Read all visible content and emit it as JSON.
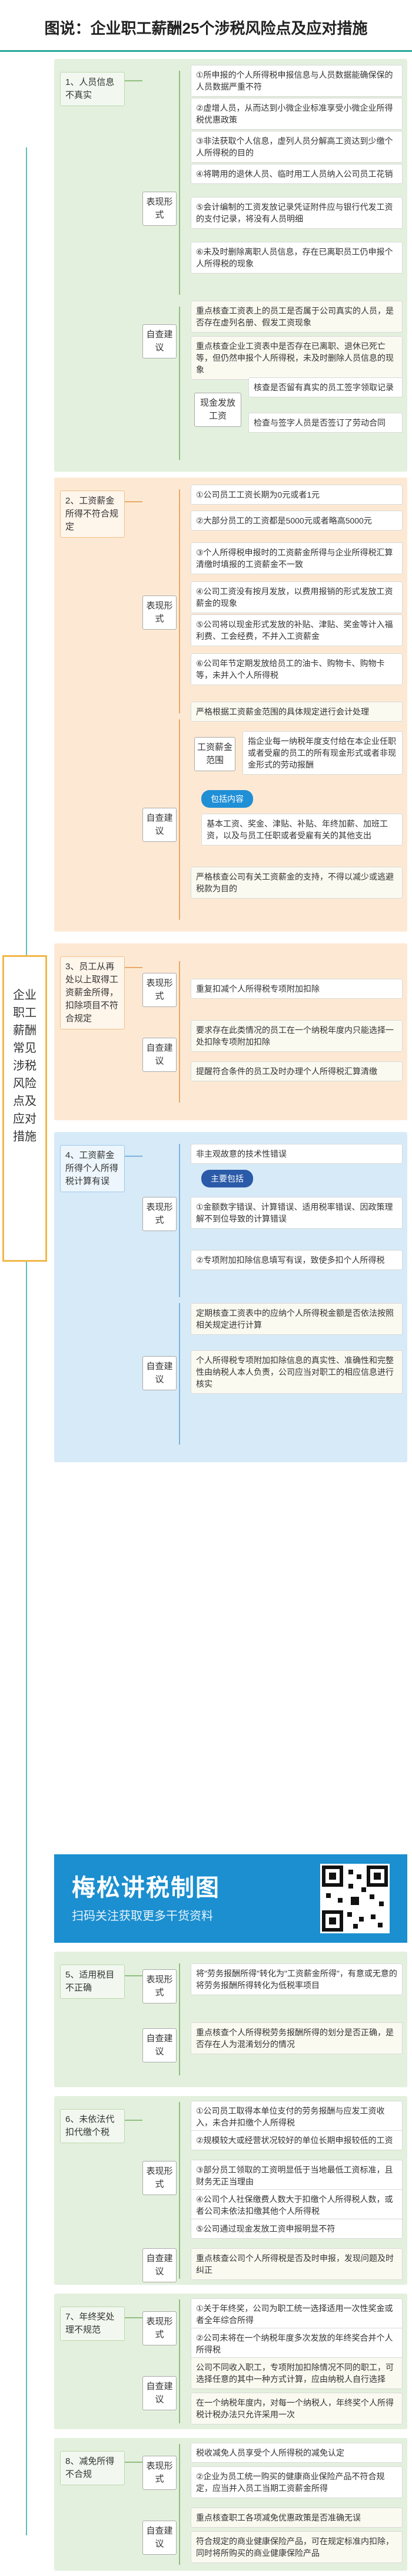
{
  "header": {
    "title": "图说：企业职工薪酬25个涉税风险点及应对措施"
  },
  "root": {
    "label": "企业职工薪酬常见涉税风险点及应对措施"
  },
  "labels": {
    "risk": "表现形式",
    "advice": "自查建议"
  },
  "sections": [
    {
      "id": "s1",
      "title": "1、人员信息不真实",
      "risks": [
        "①所申报的个人所得税申报信息与人员数据能确保保的人员数据严重不符",
        "②虚增人员，从而达到小微企业标准享受小微企业所得税优惠政策",
        "③非法获取个人信息，虚列人员分解高工资达到少缴个人所得税的目的",
        "④将聘用的退休人员、临时用工人员纳入公司员工花销",
        "⑤会计编制的工资发放记录凭证附件应与银行代发工资的支付记录，将没有人员明细",
        "⑥未及时删除离职人员信息，存在已离职员工仍申报个人所得税的现象"
      ],
      "advice": [
        "重点核查工资表上的员工是否属于公司真实的人员，是否存在虚列名册、假发工资现象",
        "重点核查企业工资表中是否存在已离职、退休已死亡等，但仍然申报个人所得税，未及时删除人员信息的现象"
      ],
      "side_label": "现金发放工资",
      "side_items": [
        "核查是否留有真实的员工签字领取记录",
        "检查与签字人员是否签订了劳动合同"
      ]
    },
    {
      "id": "s2",
      "title": "2、工资薪金所得不符合规定",
      "risks": [
        "①公司员工工资长期为0元或者1元",
        "②大部分员工的工资都是5000元或者略高5000元",
        "③个人所得税申报时的工资薪金所得与企业所得税汇算清缴时填报的工资薪金不一致",
        "④公司工资没有按月发放，以费用报销的形式发放工资薪金的现象",
        "⑤公司将以现金形式发放的补贴、津贴、奖金等计入福利费、工会经费，不并入工资薪金",
        "⑥公司年节定期发放给员工的油卡、购物卡、购物卡等，未并入个人所得税"
      ],
      "advice_intro": "严格根据工资薪金范围的具体规定进行会计处理",
      "pay_label": "工资薪金范围",
      "pay_desc": "指企业每一纳税年度支付给在本企业任职或者受雇的员工的所有现金形式或者非现金形式的劳动报酬",
      "include_label": "包括内容",
      "include_desc": "基本工资、奖金、津贴、补贴、年终加薪、加班工资，以及与员工任职或者受雇有关的其他支出",
      "advice_end": "严格核查公司有关工资薪金的支持，不得以减少或逃避税款为目的"
    },
    {
      "id": "s3",
      "title": "3、员工从再处以上取得工资薪金所得，扣除项目不符合规定",
      "risks": [
        "重复扣减个人所得税专项附加扣除"
      ],
      "advice": [
        "要求存在此类情况的员工在一个纳税年度内只能选择一处扣除专项附加扣除",
        "提醒符合条件的员工及时办理个人所得税汇算清缴"
      ]
    },
    {
      "id": "s4",
      "title": "4、工资薪金所得个人所得税计算有误",
      "risks_intro": "非主观故意的技术性错误",
      "main_label": "主要包括",
      "risks": [
        "①金额数字错误、计算错误、适用税率错误、因政策理解不到位导致的计算错误",
        "②专项附加扣除信息填写有误，致使多扣个人所得税"
      ],
      "advice": [
        "定期核查工资表中的应纳个人所得税金额是否依法按照相关规定进行计算",
        "个人所得税专项附加扣除信息的真实性、准确性和完整性由纳税人本人负责，公司应当对职工的相应信息进行核实"
      ]
    },
    {
      "id": "s5",
      "title": "5、适用税目不正确",
      "risks": [
        "将\"劳务报酬所得\"转化为\"工资薪金所得\"，有意或无意的将劳务报酬所得转化为低税率项目"
      ],
      "advice": [
        "重点核查个人所得税劳务报酬所得的划分是否正确，是否存在人为混淆划分的情况"
      ]
    },
    {
      "id": "s6",
      "title": "6、未依法代扣代缴个税",
      "risks": [
        "①公司员工取得本单位支付的劳务报酬与应发工资收入，未合并扣缴个人所得税",
        "②规模较大或经营状况较好的单位长期申报较低的工资",
        "③部分员工领取的工资明显低于当地最低工资标准，且财务无正当理由",
        "④公司个人社保缴费人数大于扣缴个人所得税人数，或者公司未依法扣缴其他个人所得税",
        "⑤公司通过现金发放工资申报明显不符"
      ],
      "advice": [
        "重点核查公司个人所得税是否及时申报，发现问题及时纠正"
      ]
    },
    {
      "id": "s7",
      "title": "7、年终奖处理不规范",
      "risks": [
        "①关于年终奖，公司为职工统一选择适用一次性奖金或者全年综合所得",
        "②公司未将在一个纳税年度多次发放的年终奖合并个人所得税"
      ],
      "advice": [
        "公司不同收入职工，专项附加扣除情况不同的职工，可选择任意的其中一种方式计算，应由纳税人自行选择",
        "在一个纳税年度内，对每一个纳税人，年终奖个人所得税计税办法只允许采用一次"
      ]
    },
    {
      "id": "s8",
      "title": "8、减免所得不合规",
      "risks": [
        "税收减免人员享受个人所得税的减免认定",
        "②企业为员工统一购买的健康商业保险产品不符合规定，应当并入员工当期工资薪金所得"
      ],
      "advice": [
        "重点核查职工各项减免优惠政策是否准确无误",
        "符合规定的商业健康保险产品，可在规定标准内扣除，同时将所购买的商业健康保险产品"
      ]
    }
  ],
  "banner": {
    "title": "梅松讲税制图",
    "subtitle": "扫码关注获取更多干货资料"
  }
}
